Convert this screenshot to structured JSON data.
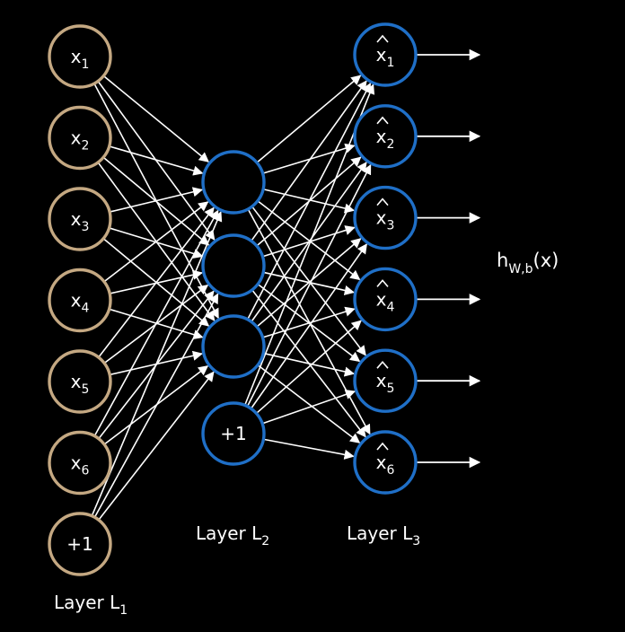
{
  "colors": {
    "background": "#000000",
    "input_node": "#c4a882",
    "hidden_output_node": "#1f6fc7",
    "edge": "#ffffff",
    "text": "#ffffff"
  },
  "layers": {
    "input": {
      "label_main": "Layer L",
      "label_sub": "1",
      "nodes": [
        {
          "main": "x",
          "sub": "1"
        },
        {
          "main": "x",
          "sub": "2"
        },
        {
          "main": "x",
          "sub": "3"
        },
        {
          "main": "x",
          "sub": "4"
        },
        {
          "main": "x",
          "sub": "5"
        },
        {
          "main": "x",
          "sub": "6"
        },
        {
          "main": "+1",
          "sub": ""
        }
      ]
    },
    "hidden": {
      "label_main": "Layer L",
      "label_sub": "2",
      "nodes": [
        {
          "main": "",
          "sub": ""
        },
        {
          "main": "",
          "sub": ""
        },
        {
          "main": "",
          "sub": ""
        },
        {
          "main": "+1",
          "sub": ""
        }
      ]
    },
    "output": {
      "label_main": "Layer L",
      "label_sub": "3",
      "nodes": [
        {
          "main": "x",
          "sub": "1"
        },
        {
          "main": "x",
          "sub": "2"
        },
        {
          "main": "x",
          "sub": "3"
        },
        {
          "main": "x",
          "sub": "4"
        },
        {
          "main": "x",
          "sub": "5"
        },
        {
          "main": "x",
          "sub": "6"
        }
      ]
    }
  },
  "hypothesis": {
    "main": "h",
    "sub": "W,b",
    "arg": "(x)"
  }
}
